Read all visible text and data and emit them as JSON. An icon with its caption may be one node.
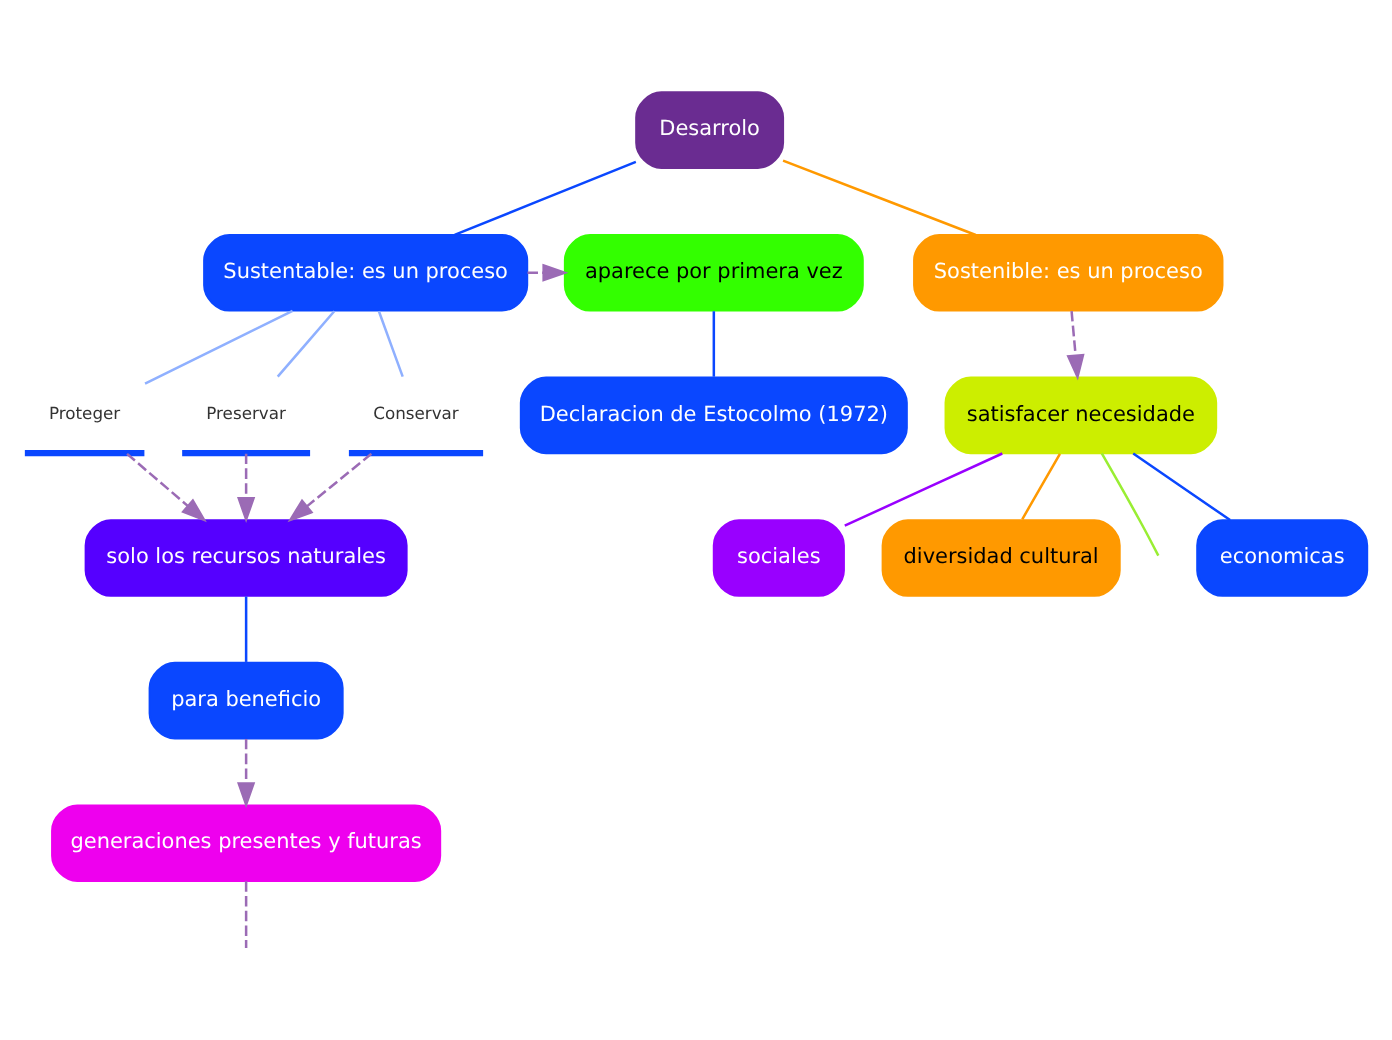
{
  "diagram": {
    "nodes": [
      {
        "text": [
          "Desarrolo"
        ]
      },
      {
        "text": [
          "Sustentable: es un proceso"
        ]
      },
      {
        "text": [
          "Sostenible: es un proceso"
        ]
      },
      {
        "text": [
          "aparece por primera vez"
        ]
      },
      {
        "text": [
          "Declaracion de Estocolmo (1972)"
        ]
      },
      {
        "text": [
          "Preservar"
        ]
      },
      {
        "text": [
          "Conservar"
        ]
      },
      {
        "text": [
          "Proteger"
        ]
      },
      {
        "text": [
          "solo los recursos naturales"
        ]
      },
      {
        "text": [
          "para beneficio"
        ]
      },
      {
        "text": [
          "generaciones presentes y futuras"
        ]
      },
      {
        "text": [
          "satisfacer necesidade"
        ]
      },
      {
        "text": [
          "economicas"
        ]
      },
      {
        "text": [
          "sociales"
        ]
      },
      {
        "text": [
          "diversidad cultural"
        ]
      }
    ],
    "edges": [
      {
        "from": 0,
        "to": 1,
        "arrow": "none",
        "color": "#0a47ff"
      },
      {
        "from": 0,
        "to": 2,
        "arrow": "none",
        "color": "#ff9900"
      },
      {
        "from": 1,
        "to": 3,
        "arrow": "to",
        "style": "dashed",
        "color": "#9b6bb5"
      },
      {
        "from": 3,
        "to": 4,
        "arrow": "none",
        "color": "#0a47ff"
      },
      {
        "from": 1,
        "to": 5,
        "arrow": "none",
        "color": "#8fb0ff"
      },
      {
        "from": 1,
        "to": 6,
        "arrow": "none",
        "color": "#8fb0ff"
      },
      {
        "from": 1,
        "to": 7,
        "arrow": "none",
        "color": "#8fb0ff"
      },
      {
        "from": 5,
        "to": 8,
        "arrow": "to",
        "style": "dashed",
        "color": "#9b6bb5"
      },
      {
        "from": 6,
        "to": 8,
        "arrow": "to",
        "style": "dashed",
        "color": "#9b6bb5"
      },
      {
        "from": 7,
        "to": 8,
        "arrow": "to",
        "style": "dashed",
        "color": "#9b6bb5"
      },
      {
        "from": 8,
        "to": 9,
        "arrow": "none",
        "color": "#0a47ff"
      },
      {
        "from": 9,
        "to": 10,
        "arrow": "to",
        "style": "dashed",
        "color": "#9b6bb5"
      },
      {
        "from": 10,
        "to": null,
        "arrow": "none",
        "style": "dashed",
        "color": "#9b6bb5"
      },
      {
        "from": 2,
        "to": 11,
        "arrow": "to",
        "style": "dashed",
        "color": "#9b6bb5"
      },
      {
        "from": 11,
        "to": 12,
        "arrow": "none",
        "color": "#0a47ff"
      },
      {
        "from": 11,
        "to": 13,
        "arrow": "none",
        "color": "#9900ff"
      },
      {
        "from": 11,
        "to": 14,
        "arrow": "none",
        "color": "#ff9900"
      },
      {
        "from": 11,
        "to": null,
        "arrow": "none",
        "color": "#99ee33"
      }
    ]
  }
}
